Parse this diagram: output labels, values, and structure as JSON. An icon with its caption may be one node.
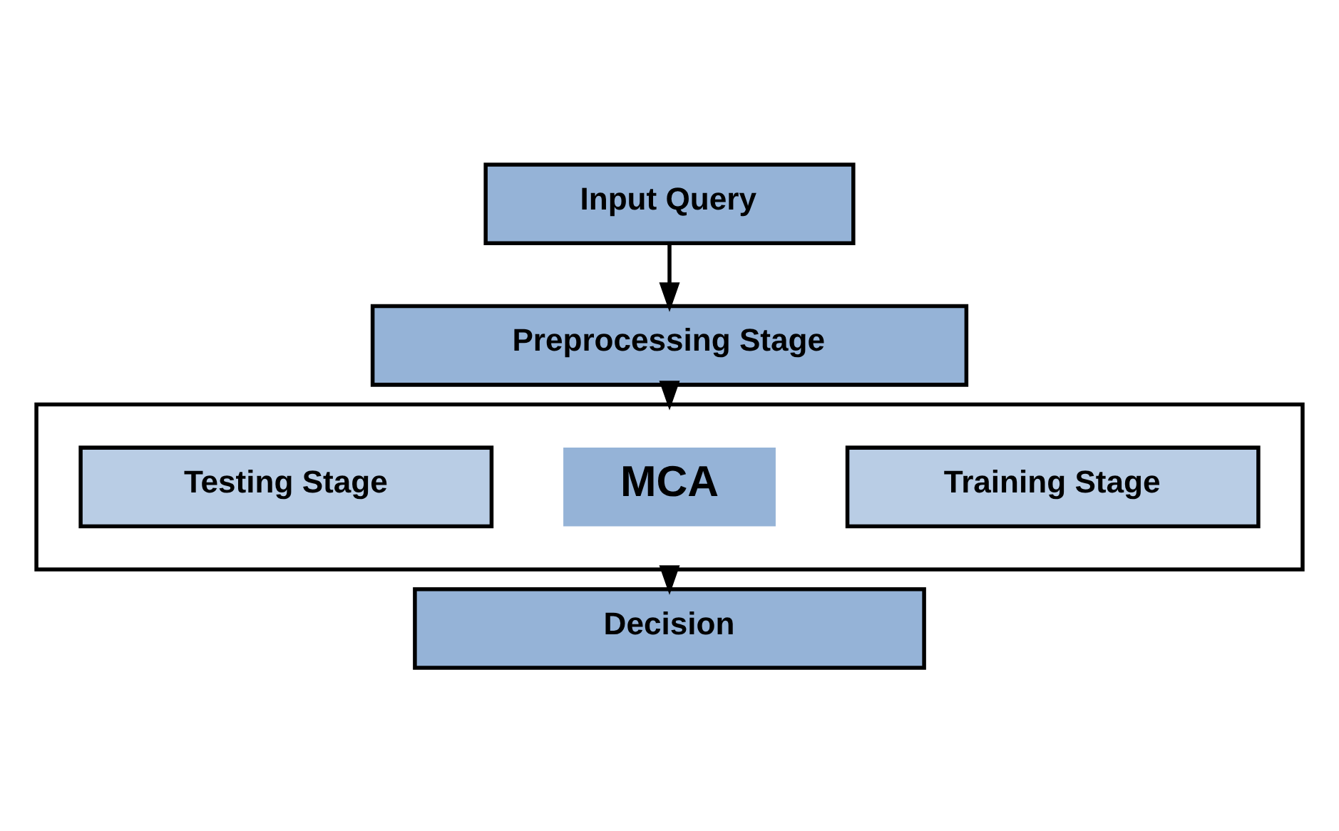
{
  "diagram": {
    "nodes": [
      {
        "text": [
          "Input Query"
        ]
      },
      {
        "text": [
          "Preprocessing Stage"
        ]
      },
      {
        "text": [],
        "shape": "box"
      },
      {
        "text": [
          "Training Stage"
        ],
        "in": 2
      },
      {
        "text": [
          "MCA"
        ],
        "in": 2
      },
      {
        "text": [
          "Testing Stage"
        ],
        "in": 2
      },
      {
        "text": [
          "Decision"
        ]
      }
    ],
    "edges": [
      {
        "from": 0,
        "to": 1,
        "arrow": "to"
      },
      {
        "from": 1,
        "to": 2,
        "arrow": "to"
      },
      {
        "from": 2,
        "to": 6,
        "arrow": "to"
      }
    ]
  }
}
